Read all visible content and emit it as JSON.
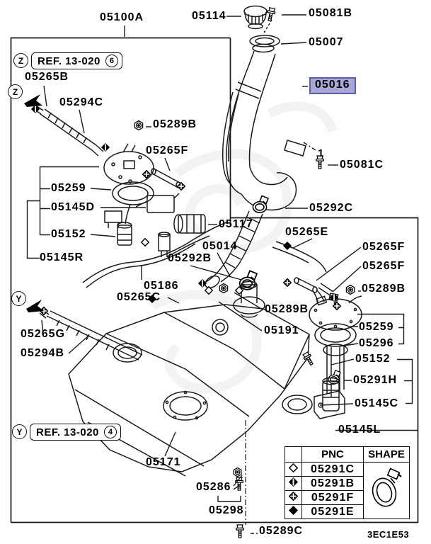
{
  "drawing": {
    "background": "#ffffff",
    "line_color": "#1a1a1a",
    "highlight": {
      "fill": "#a8a8d8",
      "border": "#5d5dab"
    }
  },
  "zones": {
    "z": "Z",
    "y": "Y"
  },
  "refs": {
    "z": {
      "label": "REF. 13-020",
      "num": "6"
    },
    "y": {
      "label": "REF. 13-020",
      "num": "4"
    }
  },
  "marker": "1",
  "callouts": [
    {
      "text": "05100A"
    },
    {
      "text": "05114"
    },
    {
      "text": "05081B"
    },
    {
      "text": "05007"
    },
    {
      "text": "05016",
      "variant": "highlighted-selected-part"
    },
    {
      "text": "05265B"
    },
    {
      "text": "05294C"
    },
    {
      "text": "05289B"
    },
    {
      "text": "05265F"
    },
    {
      "text": "05259"
    },
    {
      "text": "05145D"
    },
    {
      "text": "05152"
    },
    {
      "text": "05145R"
    },
    {
      "text": "05117"
    },
    {
      "text": "05014"
    },
    {
      "text": "05292B"
    },
    {
      "text": "05186"
    },
    {
      "text": "05265C"
    },
    {
      "text": "05265E"
    },
    {
      "text": "05292C"
    },
    {
      "text": "05081C"
    },
    {
      "text": "05265F"
    },
    {
      "text": "05265F"
    },
    {
      "text": "05289B"
    },
    {
      "text": "05289B"
    },
    {
      "text": "05191"
    },
    {
      "text": "05259"
    },
    {
      "text": "05296"
    },
    {
      "text": "05152"
    },
    {
      "text": "05291H"
    },
    {
      "text": "05145C"
    },
    {
      "text": "05145L"
    },
    {
      "text": "05265G"
    },
    {
      "text": "05294B"
    },
    {
      "text": "05171"
    },
    {
      "text": "05286"
    },
    {
      "text": "05298"
    },
    {
      "text": "05289C"
    }
  ],
  "table": {
    "headers": {
      "sym": "",
      "pnc": "PNC",
      "shape": "SHAPE"
    },
    "rows": [
      {
        "symbol": "diamond-open",
        "pnc": "05291C"
      },
      {
        "symbol": "diamond-slot",
        "pnc": "05291B"
      },
      {
        "symbol": "diamond-cross",
        "pnc": "05291F"
      },
      {
        "symbol": "diamond-filled",
        "pnc": "05291E"
      }
    ],
    "shape_part": "hose-clamp"
  },
  "footer_code": "3EC1E53"
}
